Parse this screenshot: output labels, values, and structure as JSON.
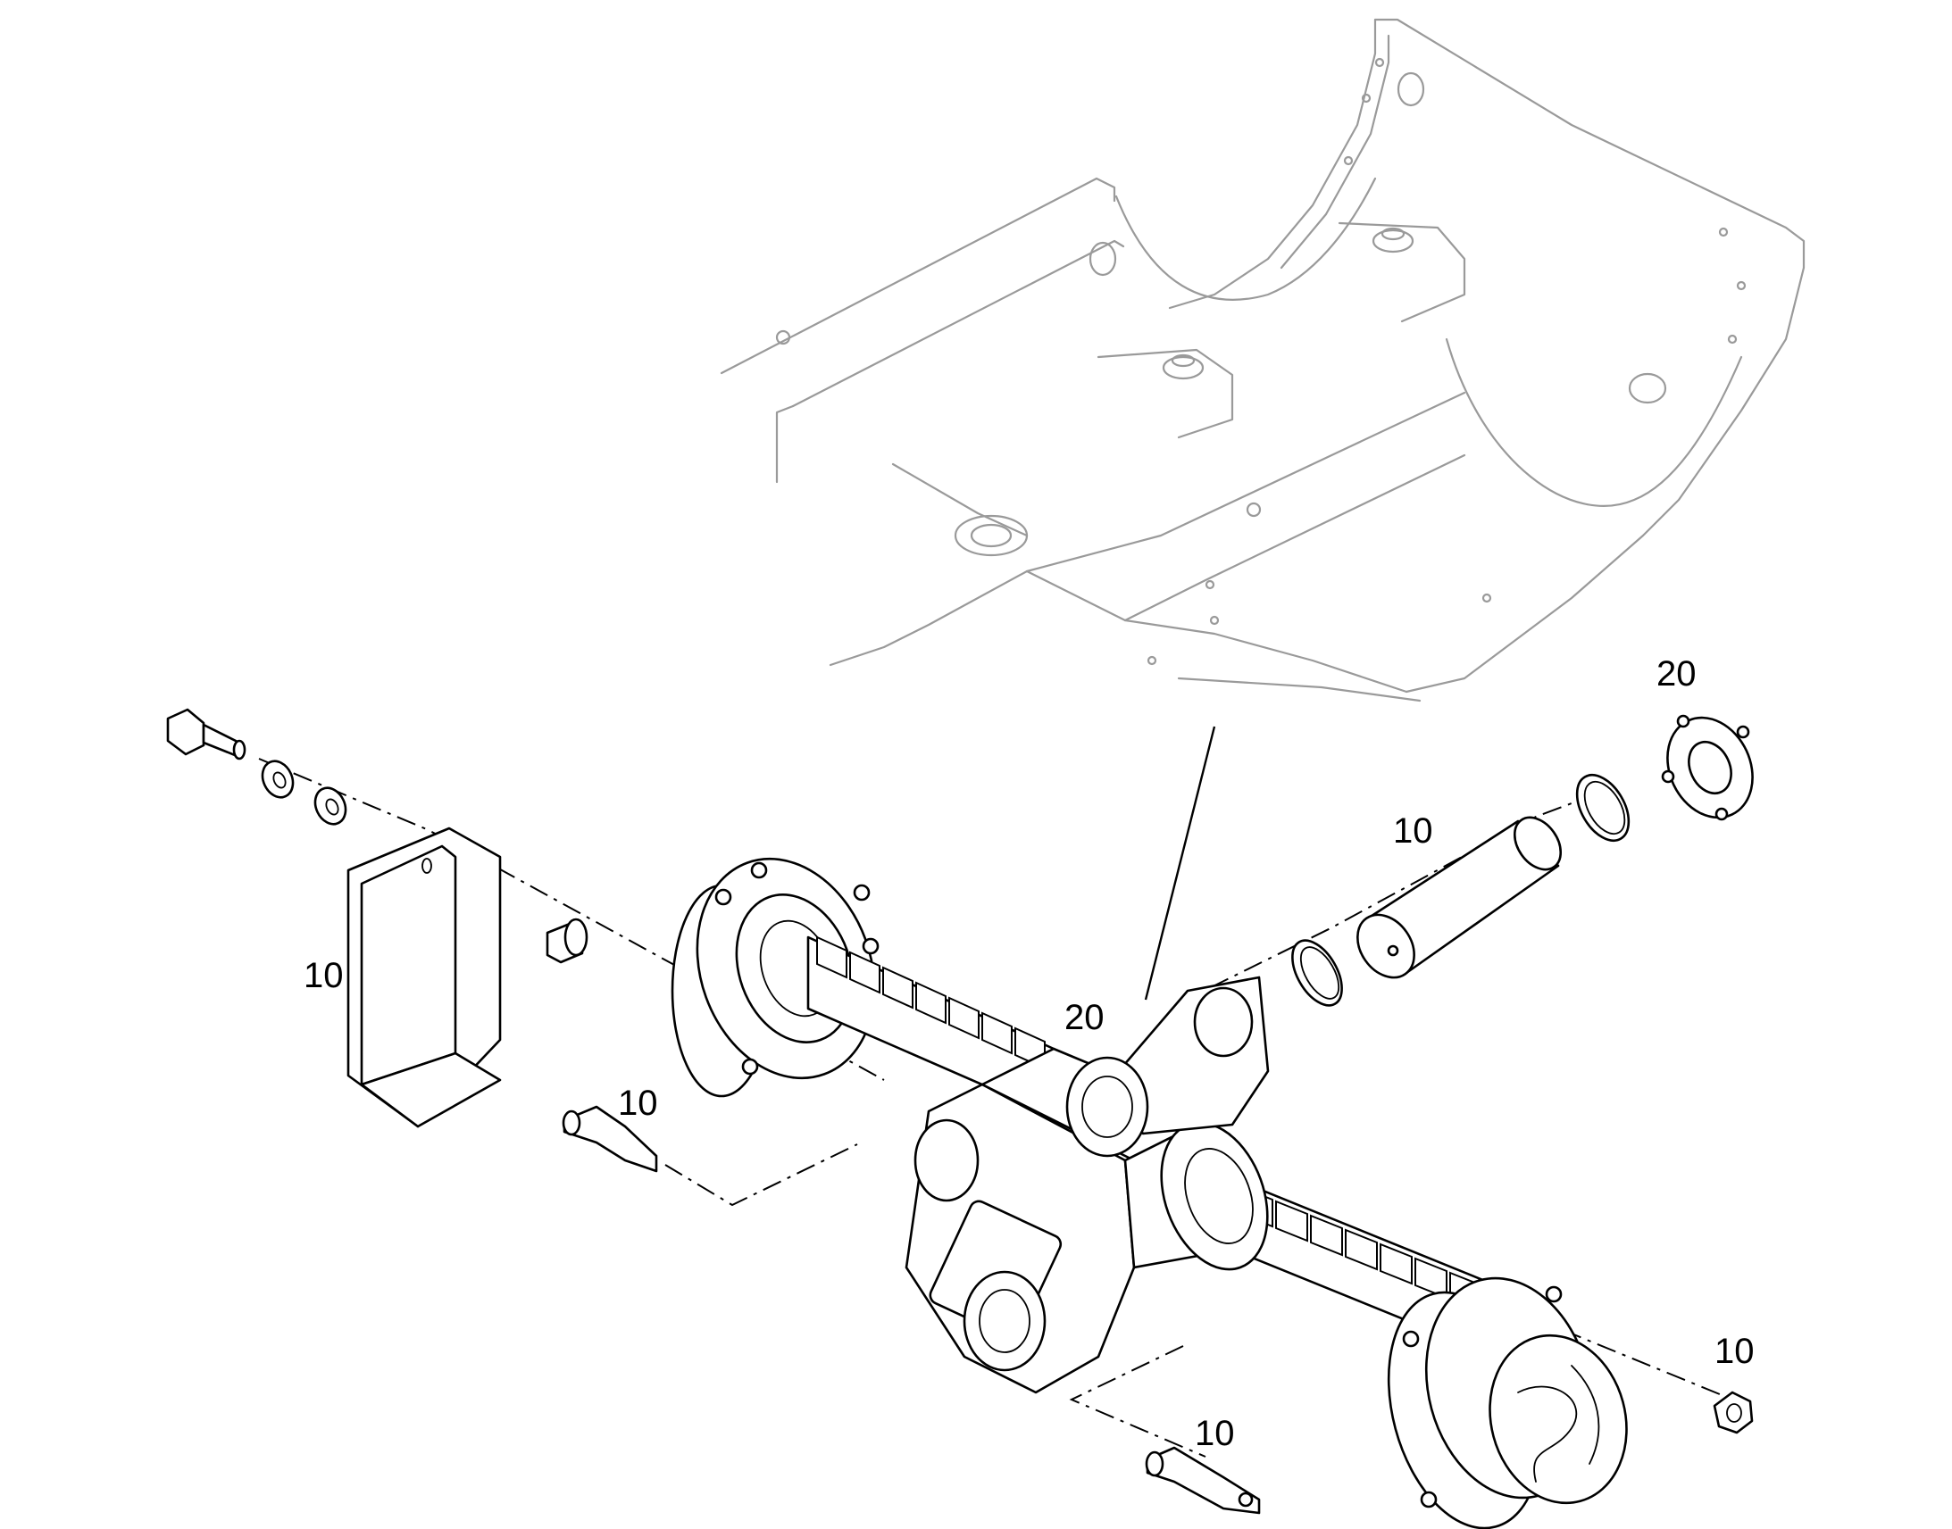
{
  "callouts": [
    {
      "id": "frame-callout",
      "text": "20"
    },
    {
      "id": "flange-callout",
      "text": "20"
    },
    {
      "id": "pin-callout",
      "text": "10"
    },
    {
      "id": "guard-callout",
      "text": "10"
    },
    {
      "id": "sensor-left-callout",
      "text": "10"
    },
    {
      "id": "sensor-bottom-callout",
      "text": "10"
    },
    {
      "id": "nut-callout",
      "text": "10"
    }
  ]
}
